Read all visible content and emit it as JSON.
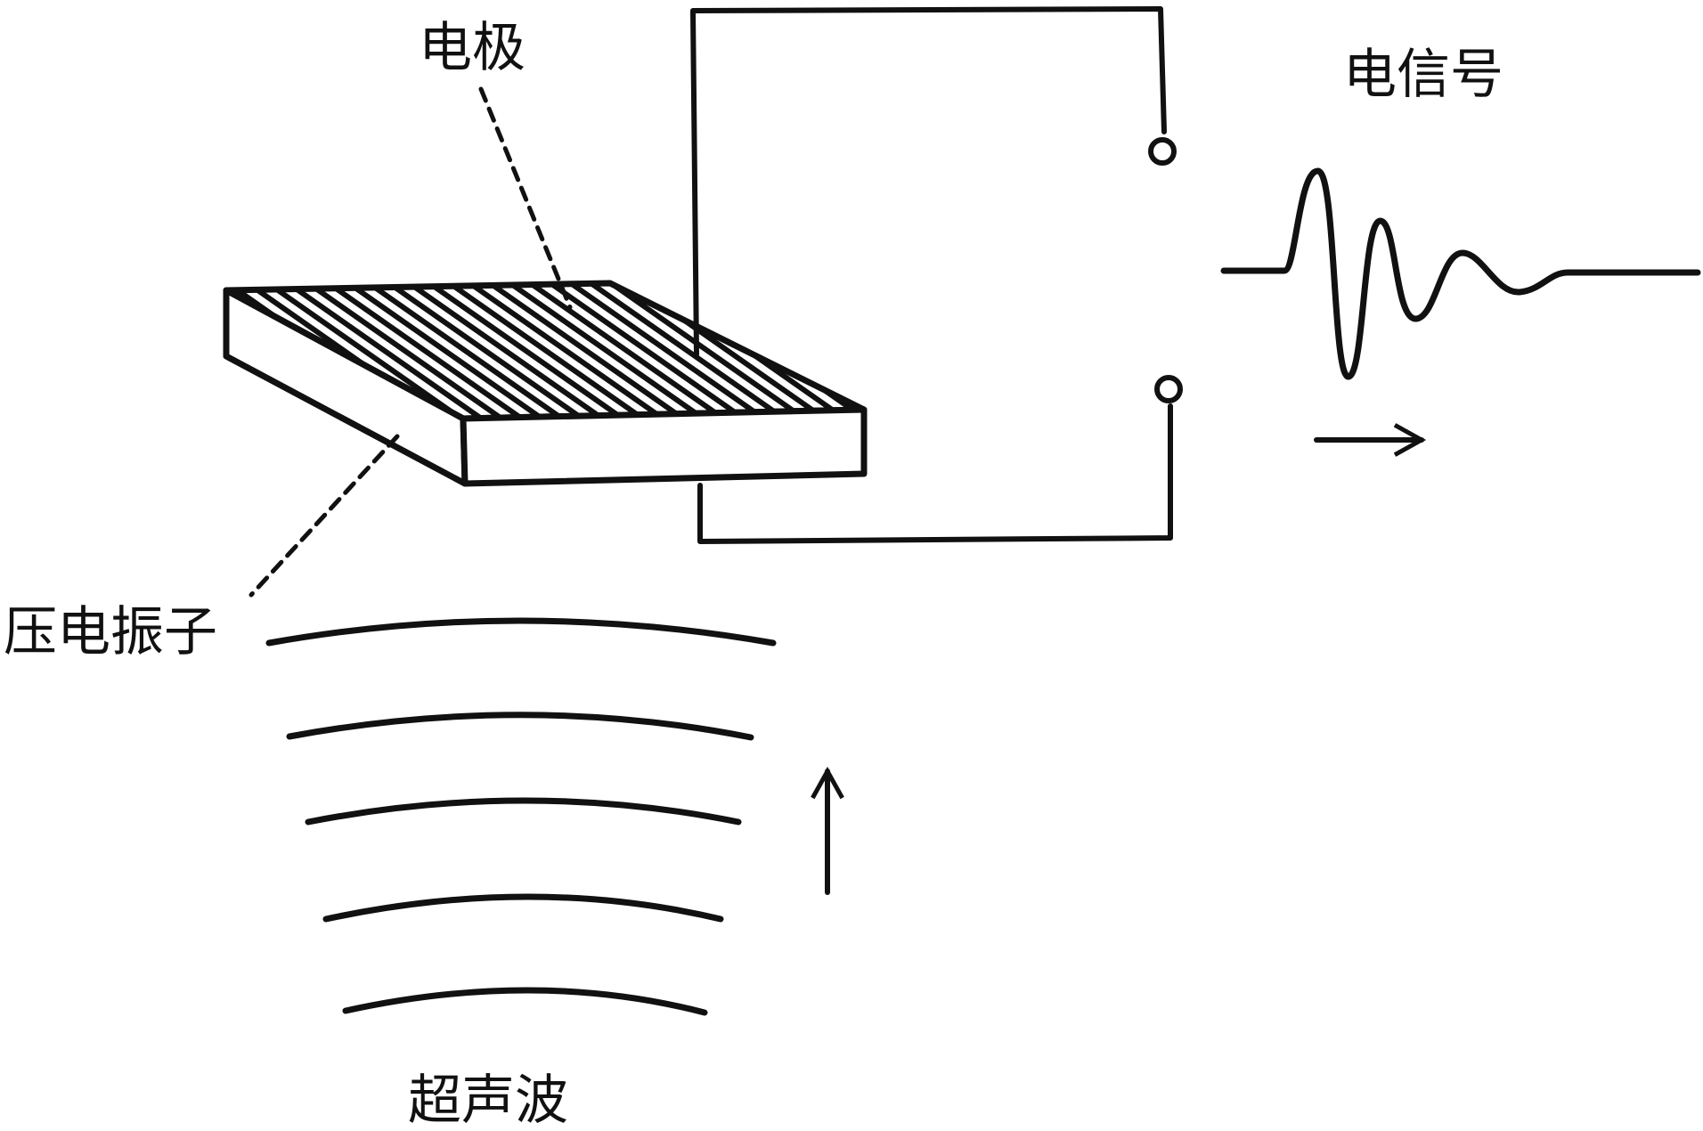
{
  "labels": {
    "electrode": "电极",
    "electric_signal": "电信号",
    "piezo_vibrator": "压电振子",
    "ultrasonic_wave": "超声波"
  },
  "colors": {
    "ink": "#111111",
    "background": "#ffffff"
  }
}
